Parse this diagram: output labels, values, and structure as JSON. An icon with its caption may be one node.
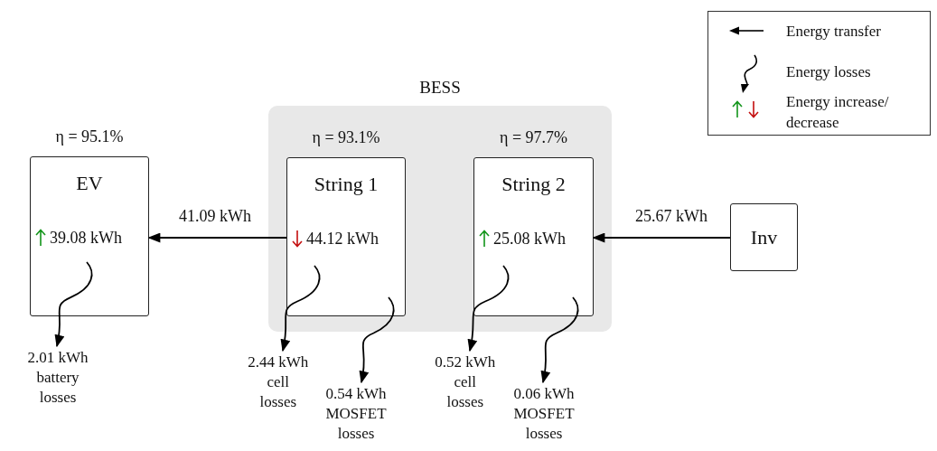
{
  "diagram": {
    "nodes": [
      {
        "text": [
          "BESS"
        ]
      },
      {
        "text": [
          "EV",
          "39.08 kWh"
        ],
        "beside": [
          "η = 95.1%"
        ]
      },
      {
        "text": [
          "String 1",
          "44.12 kWh"
        ],
        "beside": [
          "η = 93.1%"
        ],
        "in": 0
      },
      {
        "text": [
          "String 2",
          "25.08 kWh"
        ],
        "beside": [
          "η = 97.7%"
        ],
        "in": 0
      },
      {
        "text": [
          "Inv"
        ]
      },
      {
        "text": [
          "2.01 kWh battery losses"
        ]
      },
      {
        "text": [
          "2.44 kWh cell losses"
        ]
      },
      {
        "text": [
          "0.54 kWh MOSFET losses"
        ]
      },
      {
        "text": [
          "0.52 kWh cell losses"
        ]
      },
      {
        "text": [
          "0.06 kWh MOSFET losses"
        ]
      }
    ],
    "edges": [
      {
        "from": 2,
        "to": 1,
        "arrow": "to",
        "label": "41.09 kWh"
      },
      {
        "from": 4,
        "to": 3,
        "arrow": "to",
        "label": "25.67 kWh"
      },
      {
        "from": 1,
        "to": 5,
        "arrow": "to"
      },
      {
        "from": 2,
        "to": 6,
        "arrow": "to"
      },
      {
        "from": 2,
        "to": 7,
        "arrow": "to"
      },
      {
        "from": 3,
        "to": 8,
        "arrow": "to"
      },
      {
        "from": 3,
        "to": 9,
        "arrow": "to"
      }
    ],
    "legend": [
      {
        "text": "Energy transfer"
      },
      {
        "text": "Energy losses"
      },
      {
        "text": "Energy increase/ decrease"
      }
    ]
  }
}
